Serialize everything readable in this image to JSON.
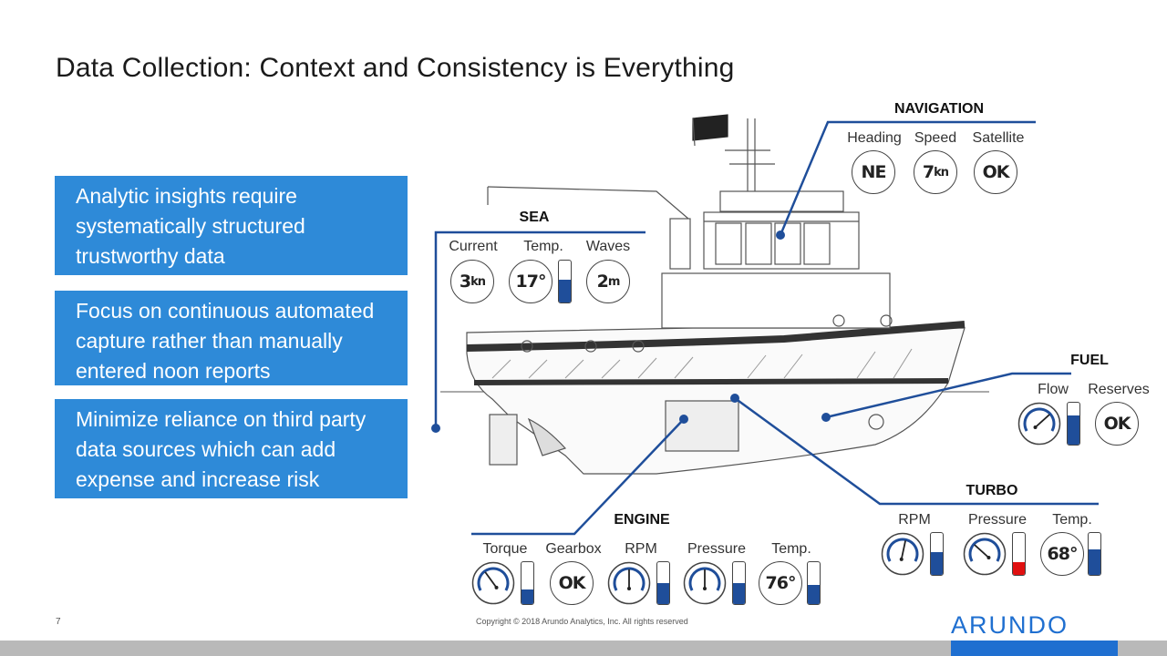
{
  "title": "Data Collection: Context and Consistency is Everything",
  "bullets": [
    "Analytic insights require systematically structured trustworthy data",
    "Focus on continuous automated capture rather than manually entered noon reports",
    "Minimize reliance on third party data sources which can add expense and increase risk"
  ],
  "navigation": {
    "title": "NAVIGATION",
    "labels": [
      "Heading",
      "Speed",
      "Satellite"
    ],
    "heading_value": "NE",
    "speed_value": "7",
    "speed_unit": "kn",
    "satellite_value": "OK"
  },
  "sea": {
    "title": "SEA",
    "labels": [
      "Current",
      "Temp.",
      "Waves"
    ],
    "current_value": "3",
    "current_unit": "kn",
    "temp_value": "17°",
    "temp_level": 0.55,
    "waves_value": "2",
    "waves_unit": "m"
  },
  "fuel": {
    "title": "FUEL",
    "labels": [
      "Flow",
      "Reserves"
    ],
    "flow_level": 0.7,
    "reserves_value": "OK"
  },
  "engine": {
    "title": "ENGINE",
    "labels": [
      "Torque",
      "Gearbox",
      "RPM",
      "Pressure",
      "Temp."
    ],
    "torque_level": 0.35,
    "gearbox_value": "OK",
    "rpm_level": 0.5,
    "pressure_level": 0.5,
    "temp_value": "76°",
    "temp_level": 0.45
  },
  "turbo": {
    "title": "TURBO",
    "labels": [
      "RPM",
      "Pressure",
      "Temp."
    ],
    "rpm_level": 0.55,
    "pressure_level": 0.3,
    "temp_value": "68°",
    "temp_level": 0.6
  },
  "colors": {
    "accent": "#2e8ad8",
    "line": "#1f4e9a",
    "warning": "#e01010",
    "logo": "#1f6fd0"
  },
  "footer": {
    "page_number": "7",
    "copyright": "Copyright © 2018 Arundo Analytics, Inc.  All rights reserved",
    "logo": "ARUNDO"
  }
}
